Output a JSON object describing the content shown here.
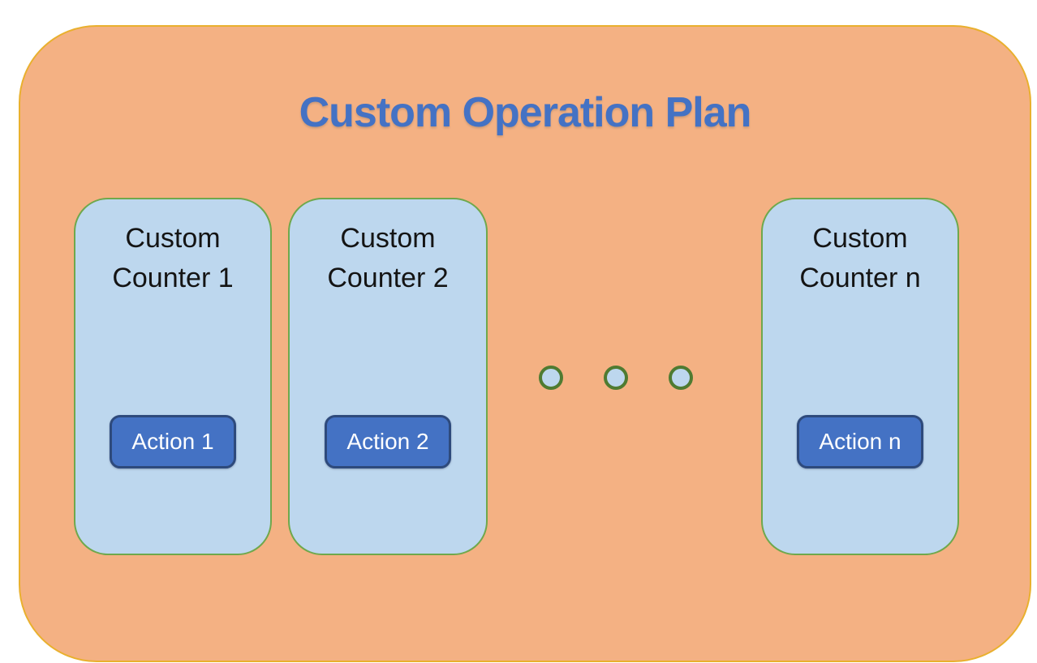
{
  "title": "Custom Operation Plan",
  "counters": [
    {
      "label": "Custom Counter 1",
      "action": "Action 1"
    },
    {
      "label": "Custom Counter 2",
      "action": "Action 2"
    },
    {
      "label": "Custom Counter n",
      "action": "Action n"
    }
  ],
  "ellipsis": {
    "dot_count": 3,
    "meaning": "more counters between 2 and n"
  },
  "colors": {
    "plan_fill": "#F4B183",
    "plan_border": "#E9B02E",
    "card_fill": "#BDD7EE",
    "card_border": "#6FA84C",
    "dot_border": "#4F7B31",
    "button_fill": "#4472C4",
    "button_border": "#2E4A7C",
    "title_text": "#4472C4",
    "button_text": "#FFFFFF",
    "label_text": "#141414"
  }
}
